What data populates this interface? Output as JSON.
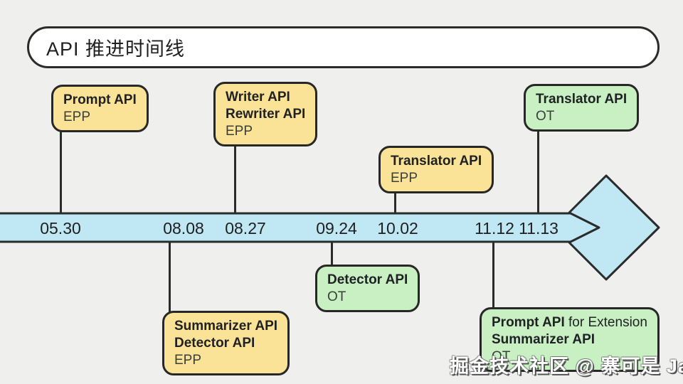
{
  "title": "API 推进时间线",
  "colors": {
    "background": "#EFF0EE",
    "band_blue": "#BFE7F4",
    "box_yellow": "#FAE396",
    "box_green": "#C8F0C3",
    "outline": "#2B2B2B"
  },
  "timeline": {
    "dates": [
      {
        "label": "05.30"
      },
      {
        "label": "08.08"
      },
      {
        "label": "08.27"
      },
      {
        "label": "09.24"
      },
      {
        "label": "10.02"
      },
      {
        "label": "11.12"
      },
      {
        "label": "11.13"
      }
    ]
  },
  "boxes": {
    "prompt_epp": {
      "line1": "Prompt API",
      "stage": "EPP"
    },
    "writer_epp": {
      "line1": "Writer API",
      "line2": "Rewriter API",
      "stage": "EPP"
    },
    "translator_epp": {
      "line1": "Translator API",
      "stage": "EPP"
    },
    "translator_ot": {
      "line1": "Translator API",
      "stage": "OT"
    },
    "summarizer_epp": {
      "line1": "Summarizer API",
      "line2": "Detector API",
      "stage": "EPP"
    },
    "detector_ot": {
      "line1": "Detector API",
      "stage": "OT"
    },
    "prompt_ext_ot": {
      "line1_bold": "Prompt API",
      "line1_rest": " for Extension",
      "line2": "Summarizer API",
      "stage": "OT"
    }
  },
  "watermark": "掘金技术社区 @ 寨可是 Jax"
}
